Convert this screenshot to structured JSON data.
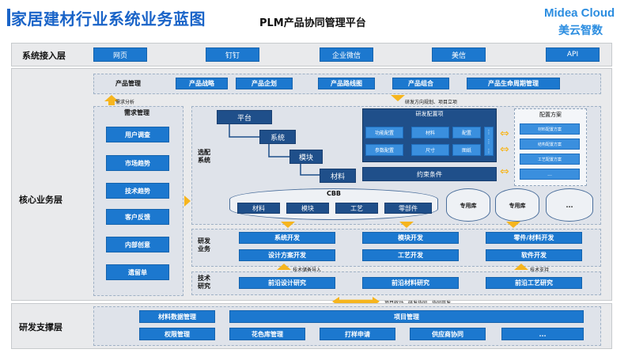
{
  "header": {
    "title": "家居建材行业系统业务蓝图",
    "platform": "PLM产品协同管理平台",
    "logo_en": "Midea Cloud",
    "logo_cn": "美云智数"
  },
  "access_layer": {
    "label": "系统接入层",
    "items": [
      "网页",
      "钉钉",
      "企业微信",
      "美信",
      "API"
    ]
  },
  "core_layer": {
    "label": "核心业务层",
    "product_mgmt": {
      "label": "产品管理",
      "items": [
        "产品战略",
        "产品企划",
        "产品路线图",
        "产品组合",
        "产品生命周期管理"
      ]
    },
    "arrow_labels": {
      "demand_analysis": "需求分析",
      "dev_direction": "研发方向规划、项目立项",
      "tech_reserve_import": "技术储备导入",
      "tech_support": "技术支持",
      "project_drive": "项目驱动，研发协同，协同开发"
    },
    "demand_mgmt": {
      "label": "需求管理",
      "items": [
        "用户调查",
        "市场趋势",
        "技术趋势",
        "客户反馈",
        "内部创意",
        "遗留单"
      ]
    },
    "config": {
      "section_label": "选配\n系统",
      "steps": [
        "平台",
        "系统",
        "模块",
        "材料"
      ],
      "dev_config_label": "研发配置项",
      "dev_config_items": [
        "功能配置",
        "材料",
        "配置",
        "参数配置",
        "尺寸",
        "图纸"
      ],
      "constraint": "约束条件",
      "scheme_label": "配置方案",
      "scheme_items": [
        "材料配置方案",
        "结构配置方案",
        "工艺配置方案",
        "..."
      ]
    },
    "cbb": {
      "label": "CBB",
      "items": [
        "材料",
        "模块",
        "工艺",
        "零部件"
      ],
      "libs": [
        "专用库",
        "专用库",
        "..."
      ]
    },
    "rnd_dev": {
      "label": "研发\n业务",
      "items": [
        "系统开发",
        "模块开发",
        "零件/材料开发",
        "设计方案开发",
        "工艺开发",
        "软件开发"
      ]
    },
    "tech_research": {
      "label": "技术\n研究",
      "items": [
        "前沿设计研究",
        "前沿材料研究",
        "前沿工艺研究"
      ]
    }
  },
  "support_layer": {
    "label": "研发支撑层",
    "row1": [
      "材料数据管理",
      "项目管理"
    ],
    "row2": [
      "权限管理",
      "花色库管理",
      "打样申请",
      "供应商协同",
      "..."
    ]
  },
  "colors": {
    "primary": "#1c78cf",
    "dark": "#1f4f8a",
    "accent_arrow": "#f6b51e",
    "title": "#1a64c8"
  }
}
